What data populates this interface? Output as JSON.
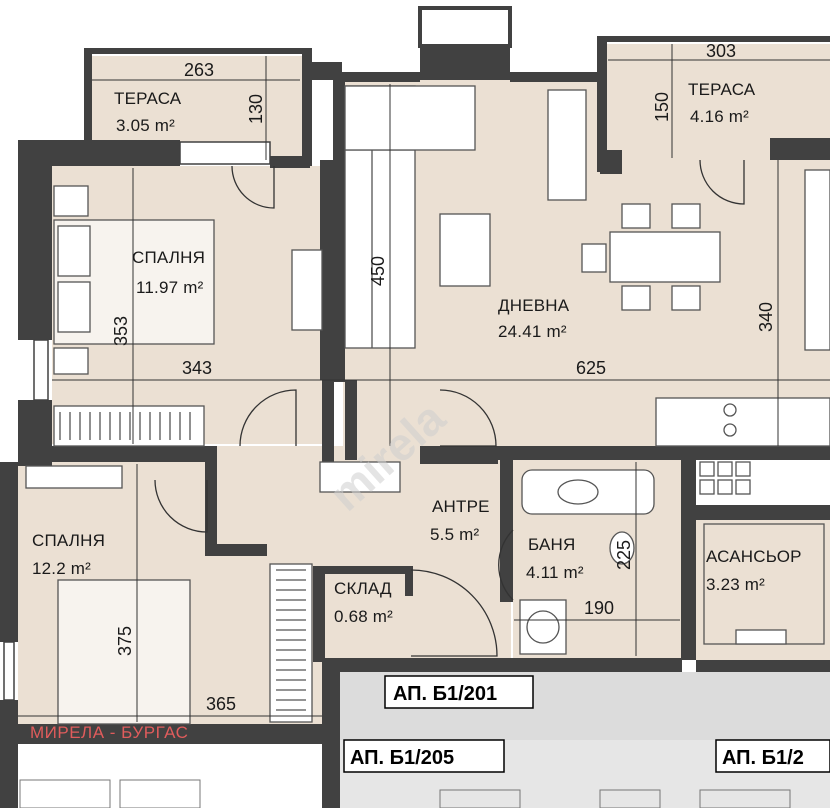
{
  "rooms": {
    "terrace_left": {
      "name": "ТЕРАСА",
      "area": "3.05 m²"
    },
    "terrace_right": {
      "name": "ТЕРАСА",
      "area": "4.16 m²"
    },
    "bedroom_top": {
      "name": "СПАЛНЯ",
      "area": "11.97 m²"
    },
    "living": {
      "name": "ДНЕВНА",
      "area": "24.41 m²"
    },
    "entrance": {
      "name": "АНТРЕ",
      "area": "5.5 m²"
    },
    "bathroom": {
      "name": "БАНЯ",
      "area": "4.11 m²"
    },
    "storage": {
      "name": "СКЛАД",
      "area": "0.68 m²"
    },
    "bedroom_bottom": {
      "name": "СПАЛНЯ",
      "area": "12.2 m²"
    },
    "elevator": {
      "name": "АСАНСЬОР",
      "area": "3.23 m²"
    }
  },
  "dimensions": {
    "terrace_left_width": "263",
    "terrace_left_depth": "130",
    "terrace_right_width": "303",
    "terrace_right_depth": "150",
    "bedroom_top_depth": "353",
    "bedroom_top_width": "343",
    "living_depth": "450",
    "living_width": "625",
    "living_side": "340",
    "bath_depth": "225",
    "bath_width": "190",
    "bedroom_bottom_depth": "375",
    "bedroom_bottom_width": "365"
  },
  "apartments": {
    "current": "АП. Б1/201",
    "below_left": "АП. Б1/205",
    "below_right": "АП. Б1/2"
  },
  "brand": "МИРЕЛА - БУРГАС",
  "watermark": "mirela",
  "colors": {
    "floor": "#ebe0d3",
    "wall": "#414141",
    "corridor": "#dcdcdc",
    "terrace": "#ebe0d3",
    "brand": "#e05c5c"
  }
}
